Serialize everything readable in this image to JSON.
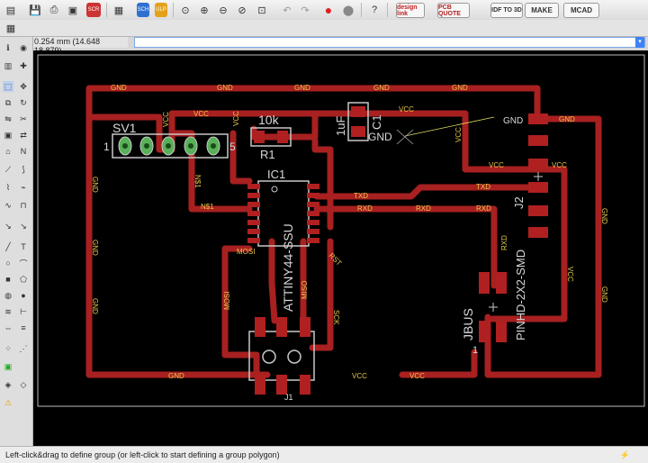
{
  "toolbar": {
    "icons": [
      "layers-icon",
      "save-icon",
      "print-icon",
      "cam-icon",
      "script-icon",
      "sch-icon",
      "ulp-icon",
      "zoom-fit-icon",
      "zoom-in-icon",
      "zoom-out-icon",
      "zoom-redraw-icon",
      "zoom-select-icon",
      "undo-icon",
      "redo-icon",
      "stop-icon",
      "go-icon",
      "help-icon"
    ],
    "badges": {
      "designlink": "design link",
      "pcbquote": "PCB QUOTE",
      "idf": "IDF TO 3D",
      "make": "MAKE",
      "mcad": "MCAD"
    }
  },
  "coordinate_readout": "0.254 mm (14.648 18.879)",
  "command_line": {
    "value": ""
  },
  "status_bar": {
    "message": "Left-click&drag to define group (or left-click to start defining a group polygon)"
  },
  "board": {
    "labels": {
      "sv1": "SV1",
      "sv1_pin1": "1",
      "sv1_pin5": "5",
      "r1_value": "10k",
      "r1": "R1",
      "c1": "C1",
      "c1_value": "1uF",
      "gnd_c1": "GND",
      "ic1": "IC1",
      "ic1_value": "ATTINY44-SSU",
      "j2": "J2",
      "j2_value": "PINHD-2X2-SMD",
      "jbus": "JBUS",
      "jbus_pin1": "1",
      "j1": "J1",
      "gnd_j2": "GND"
    },
    "nets": {
      "gnd": "GND",
      "vcc": "VCC",
      "txd": "TXD",
      "rxd": "RXD",
      "mosi": "MOSI",
      "miso": "MISO",
      "sck": "SCK",
      "rst": "RST",
      "n1": "N$1"
    }
  },
  "colors": {
    "trace": "#a82020",
    "pad": "#b02020",
    "silk": "#c8c8c8",
    "canvas": "#000000",
    "outline": "#bdbdbd",
    "label": "#e6c84a"
  }
}
